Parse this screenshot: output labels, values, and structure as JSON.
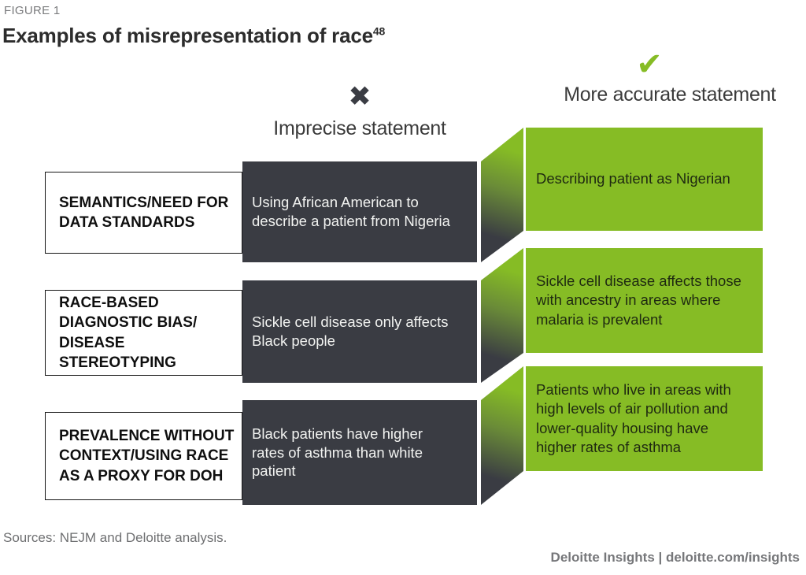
{
  "figure": {
    "label": "FIGURE 1",
    "title": "Examples of misrepresentation of race",
    "title_superscript": "48"
  },
  "column_headers": {
    "imprecise": {
      "icon": "x-mark-icon",
      "glyph": "✖",
      "label": "Imprecise statement"
    },
    "accurate": {
      "icon": "check-mark-icon",
      "glyph": "✔",
      "label": "More accurate statement"
    }
  },
  "rows": [
    {
      "category": "SEMANTICS/NEED FOR\nDATA STANDARDS",
      "imprecise": "Using African American to\ndescribe a patient from Nigeria",
      "accurate": "Describing patient as Nigerian"
    },
    {
      "category": "RACE-BASED\nDIAGNOSTIC BIAS/\nDISEASE STEREOTYPING",
      "imprecise": "Sickle cell disease only affects\nBlack people",
      "accurate": "Sickle cell disease affects those\nwith ancestry in areas where\nmalaria is prevalent"
    },
    {
      "category": "PREVALENCE WITHOUT\nCONTEXT/USING RACE\nAS A PROXY FOR DOH",
      "imprecise": "Black patients have higher\nrates of asthma than white\npatient",
      "accurate": "Patients who live in areas with\nhigh levels of air pollution and\nlower-quality housing have\nhigher rates of asthma"
    }
  ],
  "footer": {
    "sources": "Sources: NEJM and Deloitte analysis.",
    "brand": "Deloitte Insights | deloitte.com/insights"
  },
  "colors": {
    "accent_green": "#86bc25",
    "dark_charcoal": "#3a3c43",
    "title_text": "#2c2c2c",
    "muted_gray": "#6e6f71"
  }
}
